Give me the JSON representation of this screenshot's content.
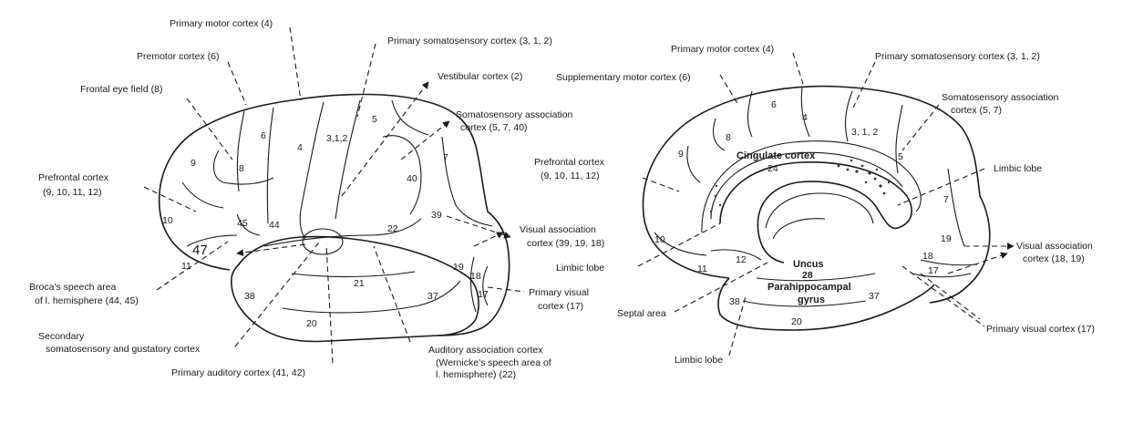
{
  "lateral": {
    "labels": {
      "primary_motor": "Primary motor cortex (4)",
      "premotor": "Premotor cortex (6)",
      "frontal_eye": "Frontal eye field (8)",
      "primary_somatosensory": "Primary somatosensory cortex (3, 1, 2)",
      "vestibular": "Vestibular cortex (2)",
      "somato_assoc_1": "Somatosensory association",
      "somato_assoc_2": "cortex (5, 7, 40)",
      "prefrontal_1": "Prefrontal cortex",
      "prefrontal_2": "(9, 10, 11, 12)",
      "visual_assoc_1": "Visual association",
      "visual_assoc_2": "cortex (39, 19, 18)",
      "broca_1": "Broca's speech area",
      "broca_2": "of l. hemisphere (44, 45)",
      "primary_visual_1": "Primary visual",
      "primary_visual_2": "cortex (17)",
      "secondary_1": "Secondary",
      "secondary_2": "somatosensory and gustatory  cortex",
      "auditory_assoc_1": "Auditory association cortex",
      "auditory_assoc_2": "(Wernicke's speech area of",
      "auditory_assoc_3": "l. hemisphere) (22)",
      "primary_auditory": "Primary auditory cortex (41, 42)"
    },
    "areas": {
      "a6": "6",
      "a4": "4",
      "a312": "3,1,2",
      "a5": "5",
      "a8": "8",
      "a9": "9",
      "a7": "7",
      "a40": "40",
      "a39": "39",
      "a10": "10",
      "a45": "45",
      "a44": "44",
      "a22": "22",
      "a47": "47",
      "a11": "11",
      "a19": "19",
      "a18": "18",
      "a17": "17",
      "a38": "38",
      "a21": "21",
      "a37": "37",
      "a20": "20"
    }
  },
  "medial": {
    "labels": {
      "primary_motor": "Primary motor cortex (4)",
      "supplementary_motor": "Supplementary motor cortex (6)",
      "primary_somatosensory": "Primary somatosensory cortex (3, 1, 2)",
      "somato_assoc_1": "Somatosensory association",
      "somato_assoc_2": "cortex (5, 7)",
      "prefrontal_1": "Prefrontal cortex",
      "prefrontal_2": "(9, 10, 11, 12)",
      "cingulate": "Cingulate cortex",
      "limbic_lobe_right": "Limbic lobe",
      "visual_assoc_1": "Visual association",
      "visual_assoc_2": "cortex (18, 19)",
      "limbic_lobe_left": "Limbic lobe",
      "septal_area": "Septal area",
      "uncus": "Uncus",
      "parahippo_1": "Parahippocampal",
      "parahippo_2": "gyrus",
      "primary_visual": "Primary visual cortex (17)",
      "limbic_lobe_bottom": "Limbic lobe"
    },
    "areas": {
      "a6": "6",
      "a4": "4",
      "a312": "3, 1, 2",
      "a8": "8",
      "a9": "9",
      "a5": "5",
      "a24": "24",
      "a7": "7",
      "a10": "10",
      "a19": "19",
      "a18": "18",
      "a11": "11",
      "a12": "12",
      "a28": "28",
      "a17": "17",
      "a38": "38",
      "a37": "37",
      "a20": "20"
    }
  }
}
